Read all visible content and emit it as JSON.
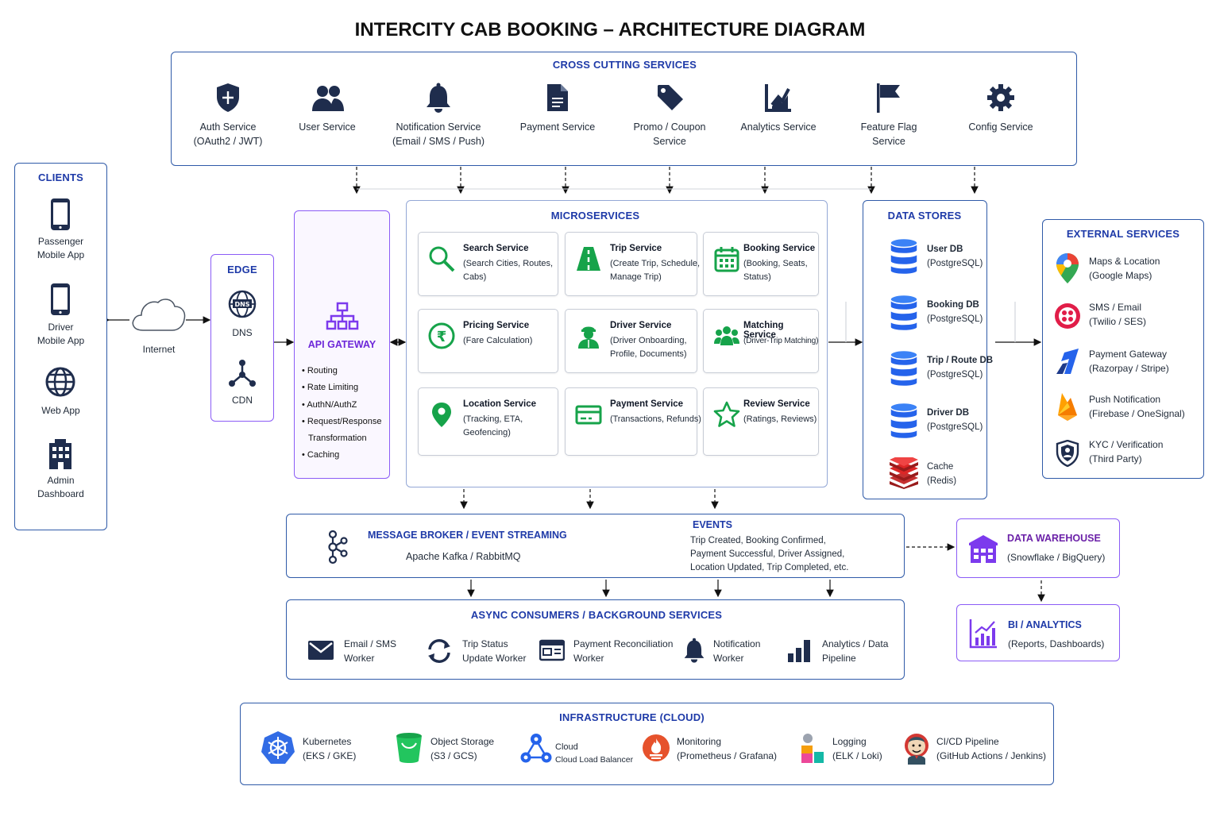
{
  "title": "INTERCITY CAB BOOKING – ARCHITECTURE DIAGRAM",
  "cross_cutting": {
    "title": "CROSS CUTTING SERVICES",
    "items": [
      {
        "name": "Auth Service",
        "sub": "(OAuth2 / JWT)",
        "icon": "shield-icon"
      },
      {
        "name": "User Service",
        "sub": "",
        "icon": "users-icon"
      },
      {
        "name": "Notification Service",
        "sub": "(Email / SMS / Push)",
        "icon": "bell-icon"
      },
      {
        "name": "Payment Service",
        "sub": "",
        "icon": "document-icon"
      },
      {
        "name": "Promo / Coupon",
        "sub": "Service",
        "icon": "tag-icon"
      },
      {
        "name": "Analytics Service",
        "sub": "",
        "icon": "chart-icon"
      },
      {
        "name": "Feature Flag",
        "sub": "Service",
        "icon": "flag-icon"
      },
      {
        "name": "Config Service",
        "sub": "",
        "icon": "gear-icon"
      }
    ]
  },
  "clients": {
    "title": "CLIENTS",
    "items": [
      {
        "line1": "Passenger",
        "line2": "Mobile App",
        "icon": "phone-icon"
      },
      {
        "line1": "Driver",
        "line2": "Mobile App",
        "icon": "phone-icon"
      },
      {
        "line1": "Web App",
        "line2": "",
        "icon": "globe-icon"
      },
      {
        "line1": "Admin",
        "line2": "Dashboard",
        "icon": "building-icon"
      }
    ]
  },
  "internet": {
    "label": "Internet"
  },
  "edge": {
    "title": "EDGE",
    "dns": "DNS",
    "cdn": "CDN"
  },
  "api_gateway": {
    "title": "API GATEWAY",
    "bullets": [
      "Routing",
      "Rate Limiting",
      "AuthN/AuthZ",
      "Request/Response",
      "Transformation",
      "Caching"
    ]
  },
  "microservices": {
    "title": "MICROSERVICES",
    "cards": [
      {
        "title": "Search Service",
        "desc1": "(Search Cities, Routes,",
        "desc2": "Cabs)",
        "desc3": ""
      },
      {
        "title": "Trip Service",
        "desc1": "(Create Trip, Schedule,",
        "desc2": "Manage Trip)",
        "desc3": ""
      },
      {
        "title": "Booking Service",
        "desc1": "(Booking, Seats,",
        "desc2": "Status)",
        "desc3": ""
      },
      {
        "title": "Pricing Service",
        "desc1": "(Fare Calculation)",
        "desc2": "",
        "desc3": ""
      },
      {
        "title": "Driver Service",
        "desc1": "(Driver Onboarding,",
        "desc2": "Profile, Documents)",
        "desc3": ""
      },
      {
        "title": "Matching Service",
        "desc1": "(Driver-Trip Matching)",
        "desc2": "",
        "desc3": ""
      },
      {
        "title": "Location Service",
        "desc1": "(Tracking, ETA,",
        "desc2": "Geofencing)",
        "desc3": ""
      },
      {
        "title": "Payment Service",
        "desc1": "(Transactions, Refunds)",
        "desc2": "",
        "desc3": ""
      },
      {
        "title": "Review Service",
        "desc1": "(Ratings, Reviews)",
        "desc2": "",
        "desc3": ""
      }
    ]
  },
  "data_stores": {
    "title": "DATA STORES",
    "items": [
      {
        "name": "User DB",
        "sub": "(PostgreSQL)"
      },
      {
        "name": "Booking DB",
        "sub": "(PostgreSQL)"
      },
      {
        "name": "Trip / Route DB",
        "sub": "(PostgreSQL)"
      },
      {
        "name": "Driver DB",
        "sub": "(PostgreSQL)"
      },
      {
        "name": "Cache",
        "sub": "(Redis)"
      }
    ]
  },
  "external": {
    "title": "EXTERNAL SERVICES",
    "items": [
      {
        "name": "Maps & Location",
        "sub": "(Google Maps)",
        "icon": "map-pin-icon"
      },
      {
        "name": "SMS / Email",
        "sub": "(Twilio / SES)",
        "icon": "twilio-icon"
      },
      {
        "name": "Payment Gateway",
        "sub": "(Razorpay / Stripe)",
        "icon": "razorpay-icon"
      },
      {
        "name": "Push Notification",
        "sub": "(Firebase / OneSignal)",
        "icon": "firebase-icon"
      },
      {
        "name": "KYC / Verification",
        "sub": "(Third Party)",
        "icon": "shield-check-icon"
      }
    ]
  },
  "broker": {
    "title": "MESSAGE BROKER / EVENT STREAMING",
    "sub": "Apache Kafka / RabbitMQ",
    "events_title": "EVENTS",
    "events": [
      "Trip Created, Booking Confirmed,",
      "Payment Successful, Driver Assigned,",
      "Location Updated, Trip Completed, etc."
    ]
  },
  "warehouse": {
    "title": "DATA WAREHOUSE",
    "sub": "(Snowflake / BigQuery)"
  },
  "bi": {
    "title": "BI / ANALYTICS",
    "sub": "(Reports, Dashboards)"
  },
  "async": {
    "title": "ASYNC CONSUMERS / BACKGROUND SERVICES",
    "items": [
      {
        "l1": "Email / SMS",
        "l2": "Worker"
      },
      {
        "l1": "Trip Status",
        "l2": "Update Worker"
      },
      {
        "l1": "Payment Reconciliation",
        "l2": "Worker"
      },
      {
        "l1": "Notification",
        "l2": "Worker"
      },
      {
        "l1": "Analytics / Data",
        "l2": "Pipeline"
      }
    ]
  },
  "infra": {
    "title": "INFRASTRUCTURE (CLOUD)",
    "items": [
      {
        "l1": "Kubernetes",
        "l2": "(EKS / GKE)"
      },
      {
        "l1": "Object Storage",
        "l2": "(S3 / GCS)"
      },
      {
        "l1": "Cloud",
        "l2": "Cloud Load Balancer"
      },
      {
        "l1": "Monitoring",
        "l2": "(Prometheus / Grafana)"
      },
      {
        "l1": "Logging",
        "l2": "(ELK / Loki)"
      },
      {
        "l1": "CI/CD Pipeline",
        "l2": "(GitHub Actions / Jenkins)"
      }
    ]
  },
  "colors": {
    "navy": "#1e3aa8",
    "icon": "#1f2d4d",
    "purple": "#7c3aed",
    "green": "#16a34a",
    "db_blue": "#2563eb",
    "redis_red": "#c53030"
  }
}
